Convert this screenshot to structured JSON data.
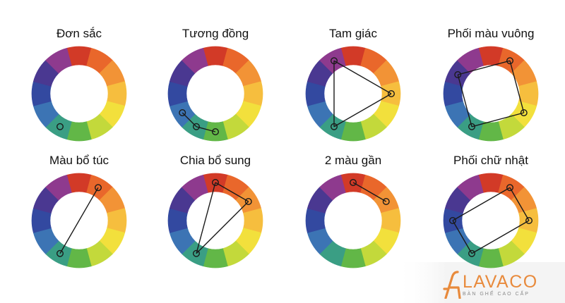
{
  "palette": [
    "#d23a27",
    "#e9672b",
    "#f29336",
    "#f6be3e",
    "#f2e03c",
    "#c3d93b",
    "#62b747",
    "#3a9e84",
    "#3c74b4",
    "#3349a0",
    "#4a3891",
    "#8e3a8e"
  ],
  "accent": "#e88a3c",
  "wheels": [
    {
      "title": "Đơn sắc",
      "scheme": "monochrome",
      "points": [
        7
      ],
      "lines": []
    },
    {
      "title": "Tương đồng",
      "scheme": "analogous",
      "points": [
        6,
        7,
        8
      ],
      "lines": [
        [
          6,
          7
        ],
        [
          7,
          8
        ]
      ]
    },
    {
      "title": "Tam giác",
      "scheme": "triadic",
      "points": [
        3,
        7,
        11
      ],
      "lines": [
        [
          3,
          7
        ],
        [
          7,
          11
        ],
        [
          11,
          3
        ]
      ]
    },
    {
      "title": "Phối màu vuông",
      "scheme": "square",
      "points": [
        1,
        4,
        7,
        10
      ],
      "lines": [
        [
          1,
          4
        ],
        [
          4,
          7
        ],
        [
          7,
          10
        ],
        [
          10,
          1
        ]
      ]
    },
    {
      "title": "Màu bổ túc",
      "scheme": "complementary",
      "points": [
        1,
        7
      ],
      "lines": [
        [
          1,
          7
        ]
      ]
    },
    {
      "title": "Chia bổ sung",
      "scheme": "split-complementary",
      "points": [
        0,
        2,
        7
      ],
      "lines": [
        [
          0,
          2
        ],
        [
          2,
          7
        ],
        [
          7,
          0
        ]
      ]
    },
    {
      "title": "2 màu gần",
      "scheme": "two-adjacent",
      "points": [
        0,
        2
      ],
      "lines": [
        [
          0,
          2
        ]
      ]
    },
    {
      "title": "Phối chữ nhật",
      "scheme": "rectangle",
      "points": [
        1,
        3,
        7,
        9
      ],
      "lines": [
        [
          1,
          3
        ],
        [
          3,
          7
        ],
        [
          7,
          9
        ],
        [
          9,
          1
        ]
      ]
    }
  ],
  "brand": {
    "name": "LAVACO",
    "tagline": "BÀN GHẾ CAO CẤP",
    "icon": "chair-icon"
  }
}
